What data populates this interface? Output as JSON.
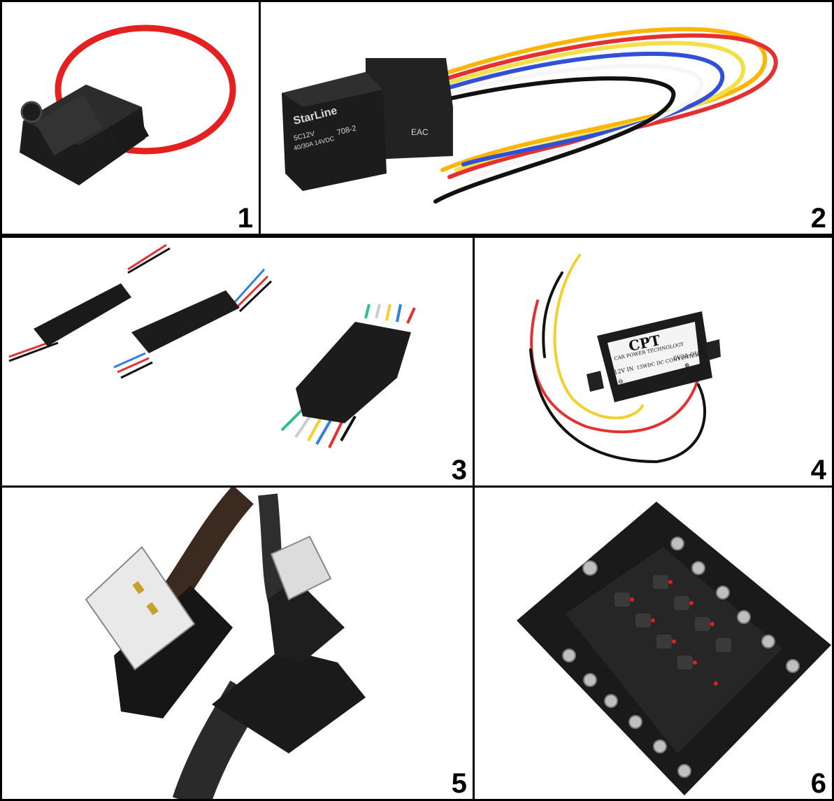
{
  "panels": [
    {
      "number": "1",
      "item": "inline-blade-fuse-holder"
    },
    {
      "number": "2",
      "item": "automotive-relay-with-wires"
    },
    {
      "number": "3",
      "item": "waterproof-wire-connectors"
    },
    {
      "number": "4",
      "item": "dc-dc-voltage-converter"
    },
    {
      "number": "5",
      "item": "angled-usb-cable"
    },
    {
      "number": "6",
      "item": "blade-fuse-box"
    }
  ],
  "relay": {
    "brand": "StarLine",
    "model": "708-2",
    "line1": "5C12V",
    "line2": "40/30A 14VDC",
    "mark": "EAC"
  },
  "converter": {
    "brand": "CPT",
    "subtitle": "CAR POWER TECHNOLOGY",
    "in_label": "12V IN",
    "mid_label": "15WDC DC CONVENTER",
    "out_label": "5V3A OUT",
    "minus": "⊖",
    "plus": "⊕"
  }
}
